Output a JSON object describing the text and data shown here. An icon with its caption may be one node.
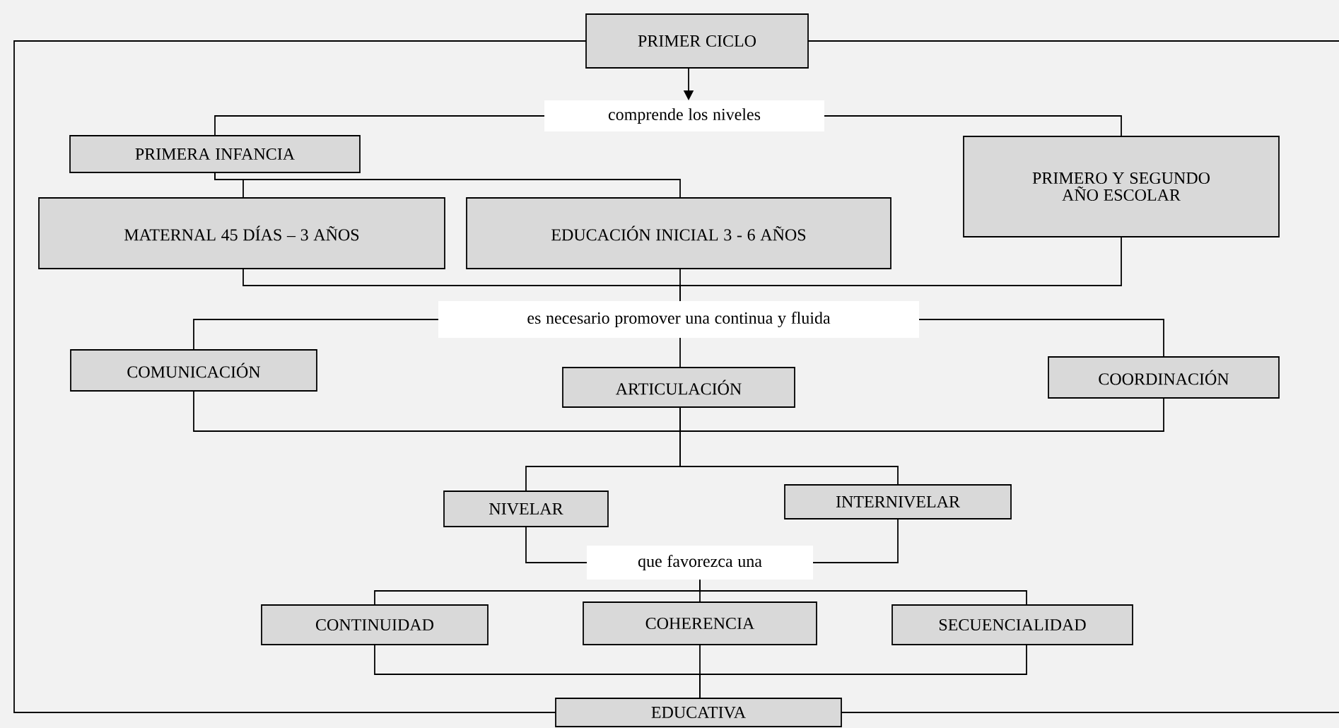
{
  "diagram": {
    "nodes": [
      {
        "text": [
          "PRIMER CICLO"
        ]
      },
      {
        "text": [
          "comprende los niveles"
        ]
      },
      {
        "text": [
          "PRIMERA INFANCIA"
        ]
      },
      {
        "text": [
          "PRIMERO Y SEGUNDO AÑO ESCOLAR"
        ]
      },
      {
        "text": [
          "MATERNAL 45 DÍAS – 3 AÑOS"
        ]
      },
      {
        "text": [
          "EDUCACIÓN INICIAL 3 - 6 AÑOS"
        ]
      },
      {
        "text": [
          "es necesario promover una continua y fluida"
        ]
      },
      {
        "text": [
          "COMUNICACIÓN"
        ]
      },
      {
        "text": [
          "ARTICULACIÓN"
        ]
      },
      {
        "text": [
          "COORDINACIÓN"
        ]
      },
      {
        "text": [
          "NIVELAR"
        ]
      },
      {
        "text": [
          "INTERNIVELAR"
        ]
      },
      {
        "text": [
          "que favorezca una"
        ]
      },
      {
        "text": [
          "CONTINUIDAD"
        ]
      },
      {
        "text": [
          "COHERENCIA"
        ]
      },
      {
        "text": [
          "SECUENCIALIDAD"
        ]
      },
      {
        "text": [
          "EDUCATIVA"
        ]
      }
    ],
    "edges": [
      {
        "from": 0,
        "to": 1,
        "arrow": "to"
      },
      {
        "from": 1,
        "to": 2,
        "arrow": "none"
      },
      {
        "from": 1,
        "to": 3,
        "arrow": "none"
      },
      {
        "from": 2,
        "to": 4,
        "arrow": "none"
      },
      {
        "from": 2,
        "to": 5,
        "arrow": "none"
      },
      {
        "from": 4,
        "to": 6,
        "arrow": "none"
      },
      {
        "from": 5,
        "to": 6,
        "arrow": "none"
      },
      {
        "from": 3,
        "to": 6,
        "arrow": "none"
      },
      {
        "from": 6,
        "to": 7,
        "arrow": "none"
      },
      {
        "from": 6,
        "to": 8,
        "arrow": "none"
      },
      {
        "from": 6,
        "to": 9,
        "arrow": "none"
      },
      {
        "from": 7,
        "to": 8,
        "arrow": "none"
      },
      {
        "from": 9,
        "to": 8,
        "arrow": "none"
      },
      {
        "from": 8,
        "to": 10,
        "arrow": "none"
      },
      {
        "from": 8,
        "to": 11,
        "arrow": "none"
      },
      {
        "from": 10,
        "to": 12,
        "arrow": "none"
      },
      {
        "from": 11,
        "to": 12,
        "arrow": "none"
      },
      {
        "from": 12,
        "to": 13,
        "arrow": "none"
      },
      {
        "from": 12,
        "to": 14,
        "arrow": "none"
      },
      {
        "from": 12,
        "to": 15,
        "arrow": "none"
      },
      {
        "from": 13,
        "to": 16,
        "arrow": "none"
      },
      {
        "from": 14,
        "to": 16,
        "arrow": "none"
      },
      {
        "from": 15,
        "to": 16,
        "arrow": "none"
      },
      {
        "from": 0,
        "to": 16,
        "arrow": "none"
      },
      {
        "from": 0,
        "to": null,
        "arrow": "none"
      },
      {
        "from": 16,
        "to": null,
        "arrow": "none"
      }
    ]
  }
}
